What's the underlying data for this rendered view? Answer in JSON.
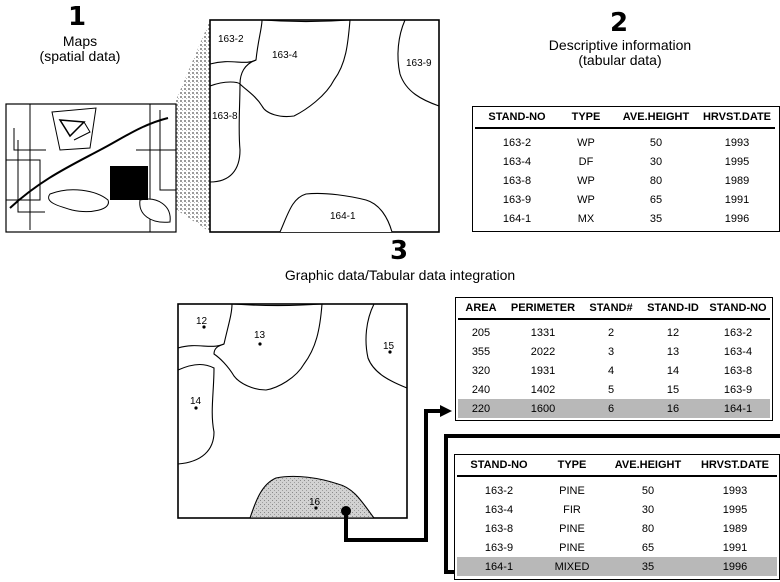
{
  "section1": {
    "number": "1",
    "title": "Maps",
    "subtitle": "(spatial data)",
    "map_labels": [
      "163-2",
      "163-4",
      "163-9",
      "163-8",
      "164-1"
    ]
  },
  "section2": {
    "number": "2",
    "title": "Descriptive information",
    "subtitle": "(tabular data)",
    "table": {
      "headers": [
        "STAND-NO",
        "TYPE",
        "AVE.HEIGHT",
        "HRVST.DATE"
      ],
      "rows": [
        [
          "163-2",
          "WP",
          "50",
          "1993"
        ],
        [
          "163-4",
          "DF",
          "30",
          "1995"
        ],
        [
          "163-8",
          "WP",
          "80",
          "1989"
        ],
        [
          "163-9",
          "WP",
          "65",
          "1991"
        ],
        [
          "164-1",
          "MX",
          "35",
          "1996"
        ]
      ]
    }
  },
  "section3": {
    "number": "3",
    "title": "Graphic data/Tabular data integration",
    "map_labels": [
      "12",
      "13",
      "15",
      "14",
      "16"
    ],
    "attribute_table": {
      "headers": [
        "AREA",
        "PERIMETER",
        "STAND#",
        "STAND-ID",
        "STAND-NO"
      ],
      "rows": [
        [
          "205",
          "1331",
          "2",
          "12",
          "163-2"
        ],
        [
          "355",
          "2022",
          "3",
          "13",
          "163-4"
        ],
        [
          "320",
          "1931",
          "4",
          "14",
          "163-8"
        ],
        [
          "240",
          "1402",
          "5",
          "15",
          "163-9"
        ],
        [
          "220",
          "1600",
          "6",
          "16",
          "164-1"
        ]
      ],
      "highlight_row": 4
    },
    "joined_table": {
      "headers": [
        "STAND-NO",
        "TYPE",
        "AVE.HEIGHT",
        "HRVST.DATE"
      ],
      "rows": [
        [
          "163-2",
          "PINE",
          "50",
          "1993"
        ],
        [
          "163-4",
          "FIR",
          "30",
          "1995"
        ],
        [
          "163-8",
          "PINE",
          "80",
          "1989"
        ],
        [
          "163-9",
          "PINE",
          "65",
          "1991"
        ],
        [
          "164-1",
          "MIXED",
          "35",
          "1996"
        ]
      ],
      "highlight_row": 4
    }
  },
  "colors": {
    "highlight": "#b8b8b8",
    "stipple": "#9a9a9a",
    "ink": "#000000"
  }
}
